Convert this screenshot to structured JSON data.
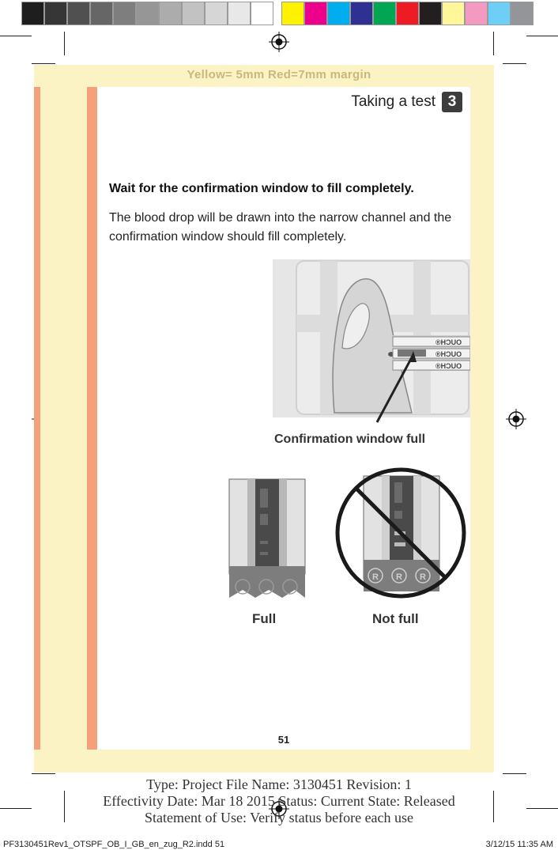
{
  "colorbar": {
    "grays": [
      "#1e1e1e",
      "#363636",
      "#505050",
      "#666666",
      "#7e7e7e",
      "#969696",
      "#acacac",
      "#c2c2c2",
      "#d6d6d6",
      "#e8e8e8",
      "#ffffff"
    ],
    "process": [
      "#fff200",
      "#ec008c",
      "#00aeef",
      "#2e3192",
      "#00a651",
      "#ed1c24",
      "#231f20",
      "#fff799",
      "#f49ac1",
      "#6dcff6",
      "#939598"
    ]
  },
  "margin_note": "Yellow= 5mm  Red=7mm margin",
  "header": {
    "title": "Taking a test",
    "chapter": "3"
  },
  "heading": "Wait for the confirmation window to fill completely.",
  "body": "The blood drop will be drawn into the narrow channel and the confirmation window should fill completely.",
  "figure_top": {
    "strip_brand": "®HƆUO",
    "caption": "Confirmation window full"
  },
  "figure_bottom": {
    "full_label": "Full",
    "not_full_label": "Not full",
    "logo_glyph": "R"
  },
  "page_number": "51",
  "metadata": {
    "line1": "Type: Project File  Name: 3130451  Revision: 1",
    "line2": "Effectivity Date: Mar 18 2015      Status: Current     State: Released",
    "line3": "Statement of Use: Verify status before each use"
  },
  "footer": {
    "file": "PF3130451Rev1_OTSPF_OB_I_GB_en_zug_R2.indd   51",
    "timestamp": "3/12/15   11:35 AM"
  }
}
